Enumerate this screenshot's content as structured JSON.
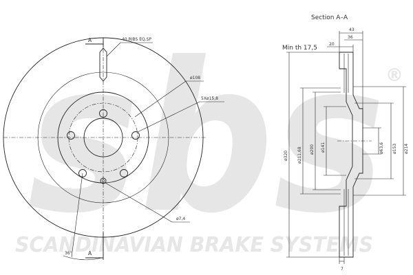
{
  "colors": {
    "ink": "#222222",
    "watermark": "#e6e6e6",
    "background": "#ffffff"
  },
  "watermark": {
    "brand": "sbs",
    "registered": "®",
    "tagline": "SCANDINAVIAN BRAKE SYSTEMS"
  },
  "front_view": {
    "section_mark_top": "A",
    "section_mark_bottom": "A",
    "ribs_note": "40 RIBS EQ.SP",
    "pcd_label": "ø108",
    "bolt_holes_label": "5Xø15,8",
    "pin_hole_label": "ø7,4",
    "angle_label": "36°"
  },
  "section_view": {
    "title": "Section A–A",
    "min_thickness": "Min th 17,5",
    "dims_top": [
      "43",
      "36",
      "20"
    ],
    "diameters": [
      "ø320",
      "ø211,68",
      "ø200",
      "ø141",
      "ø63,6",
      "ø153",
      "ø214"
    ],
    "dim_bottom": "7"
  }
}
